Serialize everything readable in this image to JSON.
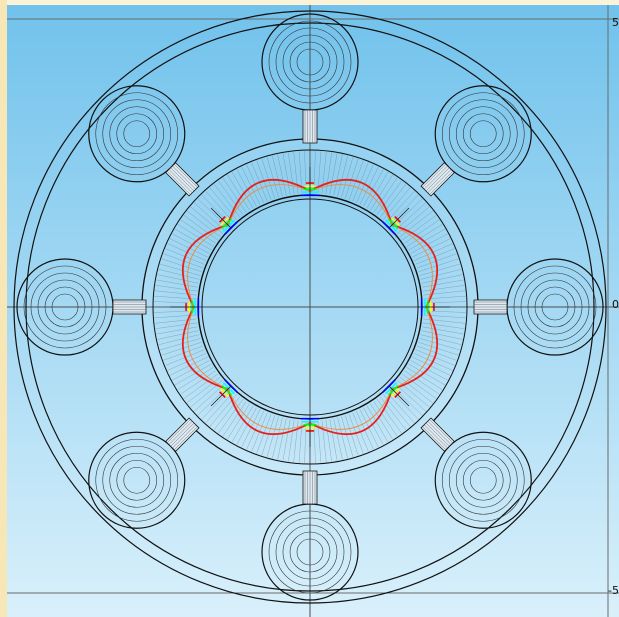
{
  "plot": {
    "background_top": "#71c2ec",
    "background_bottom": "#d9f0fb",
    "outline_color": "#111111",
    "ticks": {
      "top": "5",
      "middle": "0",
      "bottom": "-5"
    },
    "field_colors": [
      "#ff0000",
      "#ffff00",
      "#00ff00",
      "#00ffff",
      "#0000ff"
    ]
  }
}
